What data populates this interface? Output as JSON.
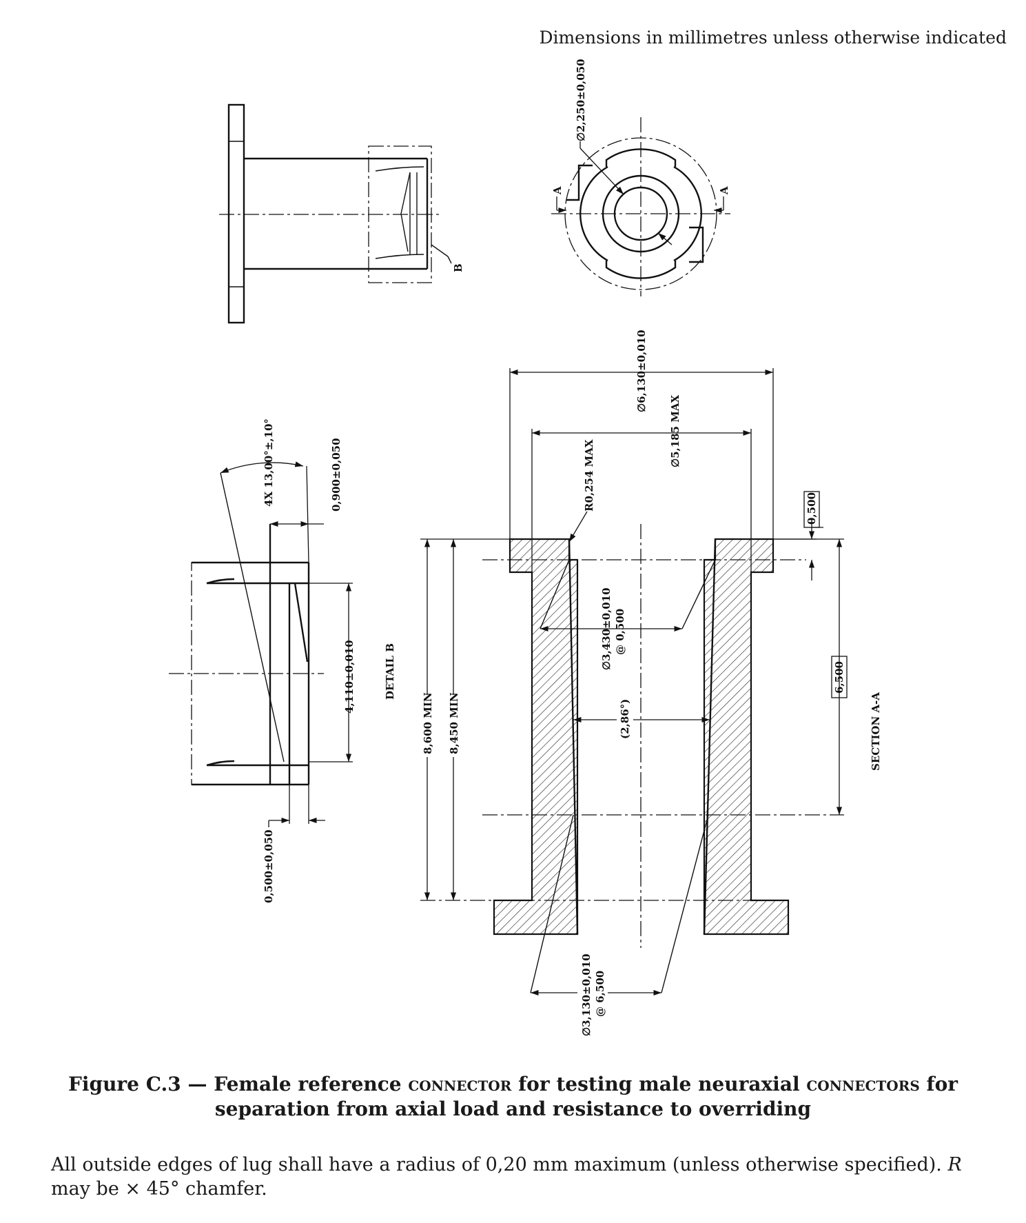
{
  "header": {
    "dimensions_note": "Dimensions in millimetres unless otherwise indicated"
  },
  "views": {
    "detail_callout": "B",
    "section_marker": "A",
    "detail_title": "DETAIL B",
    "section_title": "SECTION A-A"
  },
  "dimensions": {
    "end_hole_dia": "∅2,250±0,050",
    "outer_dia": "∅6,130±0,010",
    "lug_dia_max": "∅5,185 MAX",
    "radius_max": "R0,254 MAX",
    "lug_ref_depth": "0,500",
    "bore_dia_at_0500_value": "∅3,430±0,010",
    "bore_dia_at_0500_gauge": "@ 0,500",
    "taper_angle": "(2,86°)",
    "total_length_min": "8,600 MIN",
    "inner_length_min": "8,450 MIN",
    "gauge_span": "6,500",
    "bore_dia_at_6500_value": "∅3,130±0,010",
    "bore_dia_at_6500_gauge": "@ 6,500",
    "lug_angle": "4X 13,00°±,10°",
    "lug_thickness": "0,900±0,050",
    "lug_span": "4,110±0,010",
    "lug_tip": "0,500±0,050"
  },
  "caption": {
    "prefix": "Figure C.3 — Female reference ",
    "term1": "connector",
    "middle": " for testing male neuraxial ",
    "term2": "connectors",
    "end": " for",
    "line2": "separation from axial load and resistance to overriding"
  },
  "note": {
    "text1": "All outside edges of lug shall have a radius of 0,20 mm maximum (unless otherwise specified). ",
    "r": "R",
    "text2": " may be × 45° chamfer."
  }
}
